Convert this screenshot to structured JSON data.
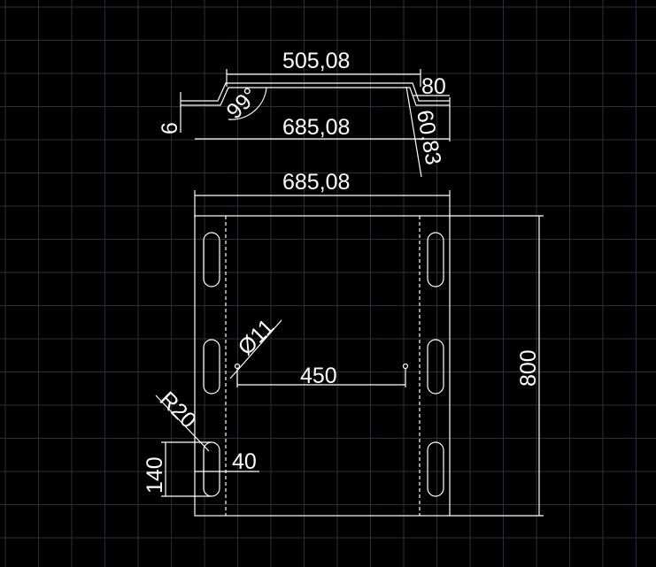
{
  "drawing": {
    "background": "#000000",
    "grid_color": "#2b2f38",
    "line_color": "#ffffff",
    "dimensions": {
      "top_width": "505,08",
      "flange": "80",
      "thickness": "6",
      "angle": "99°",
      "overall_width_profile": "685,08",
      "side_length": "60,83",
      "overall_width_plan": "685,08",
      "height": "800",
      "hole_spacing": "450",
      "hole_diameter": "Ø11",
      "slot_radius": "R20",
      "slot_length": "140",
      "slot_offset": "40"
    }
  }
}
